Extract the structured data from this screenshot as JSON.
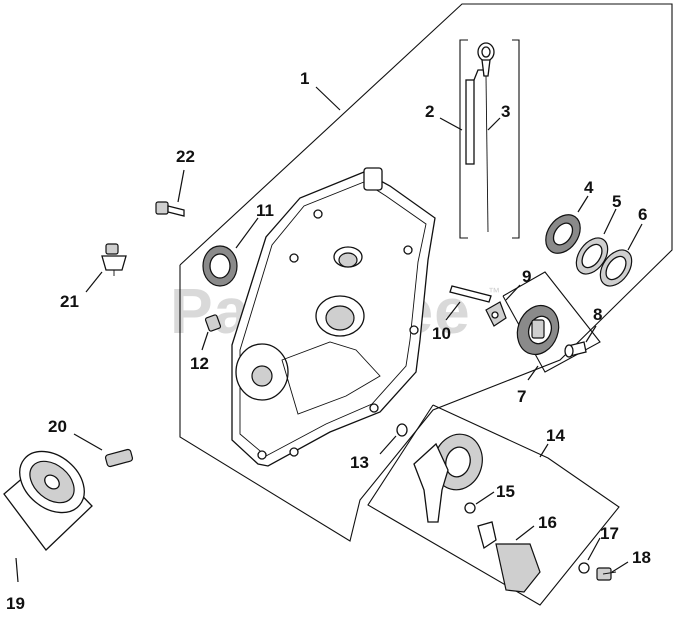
{
  "watermark": {
    "text": "PartsTree",
    "trademark": "™"
  },
  "callouts": {
    "c1": "1",
    "c2": "2",
    "c3": "3",
    "c4": "4",
    "c5": "5",
    "c6": "6",
    "c7": "7",
    "c8": "8",
    "c9": "9",
    "c10": "10",
    "c11": "11",
    "c12": "12",
    "c13": "13",
    "c14": "14",
    "c15": "15",
    "c16": "16",
    "c17": "17",
    "c18": "18",
    "c19": "19",
    "c20": "20",
    "c21": "21",
    "c22": "22"
  }
}
